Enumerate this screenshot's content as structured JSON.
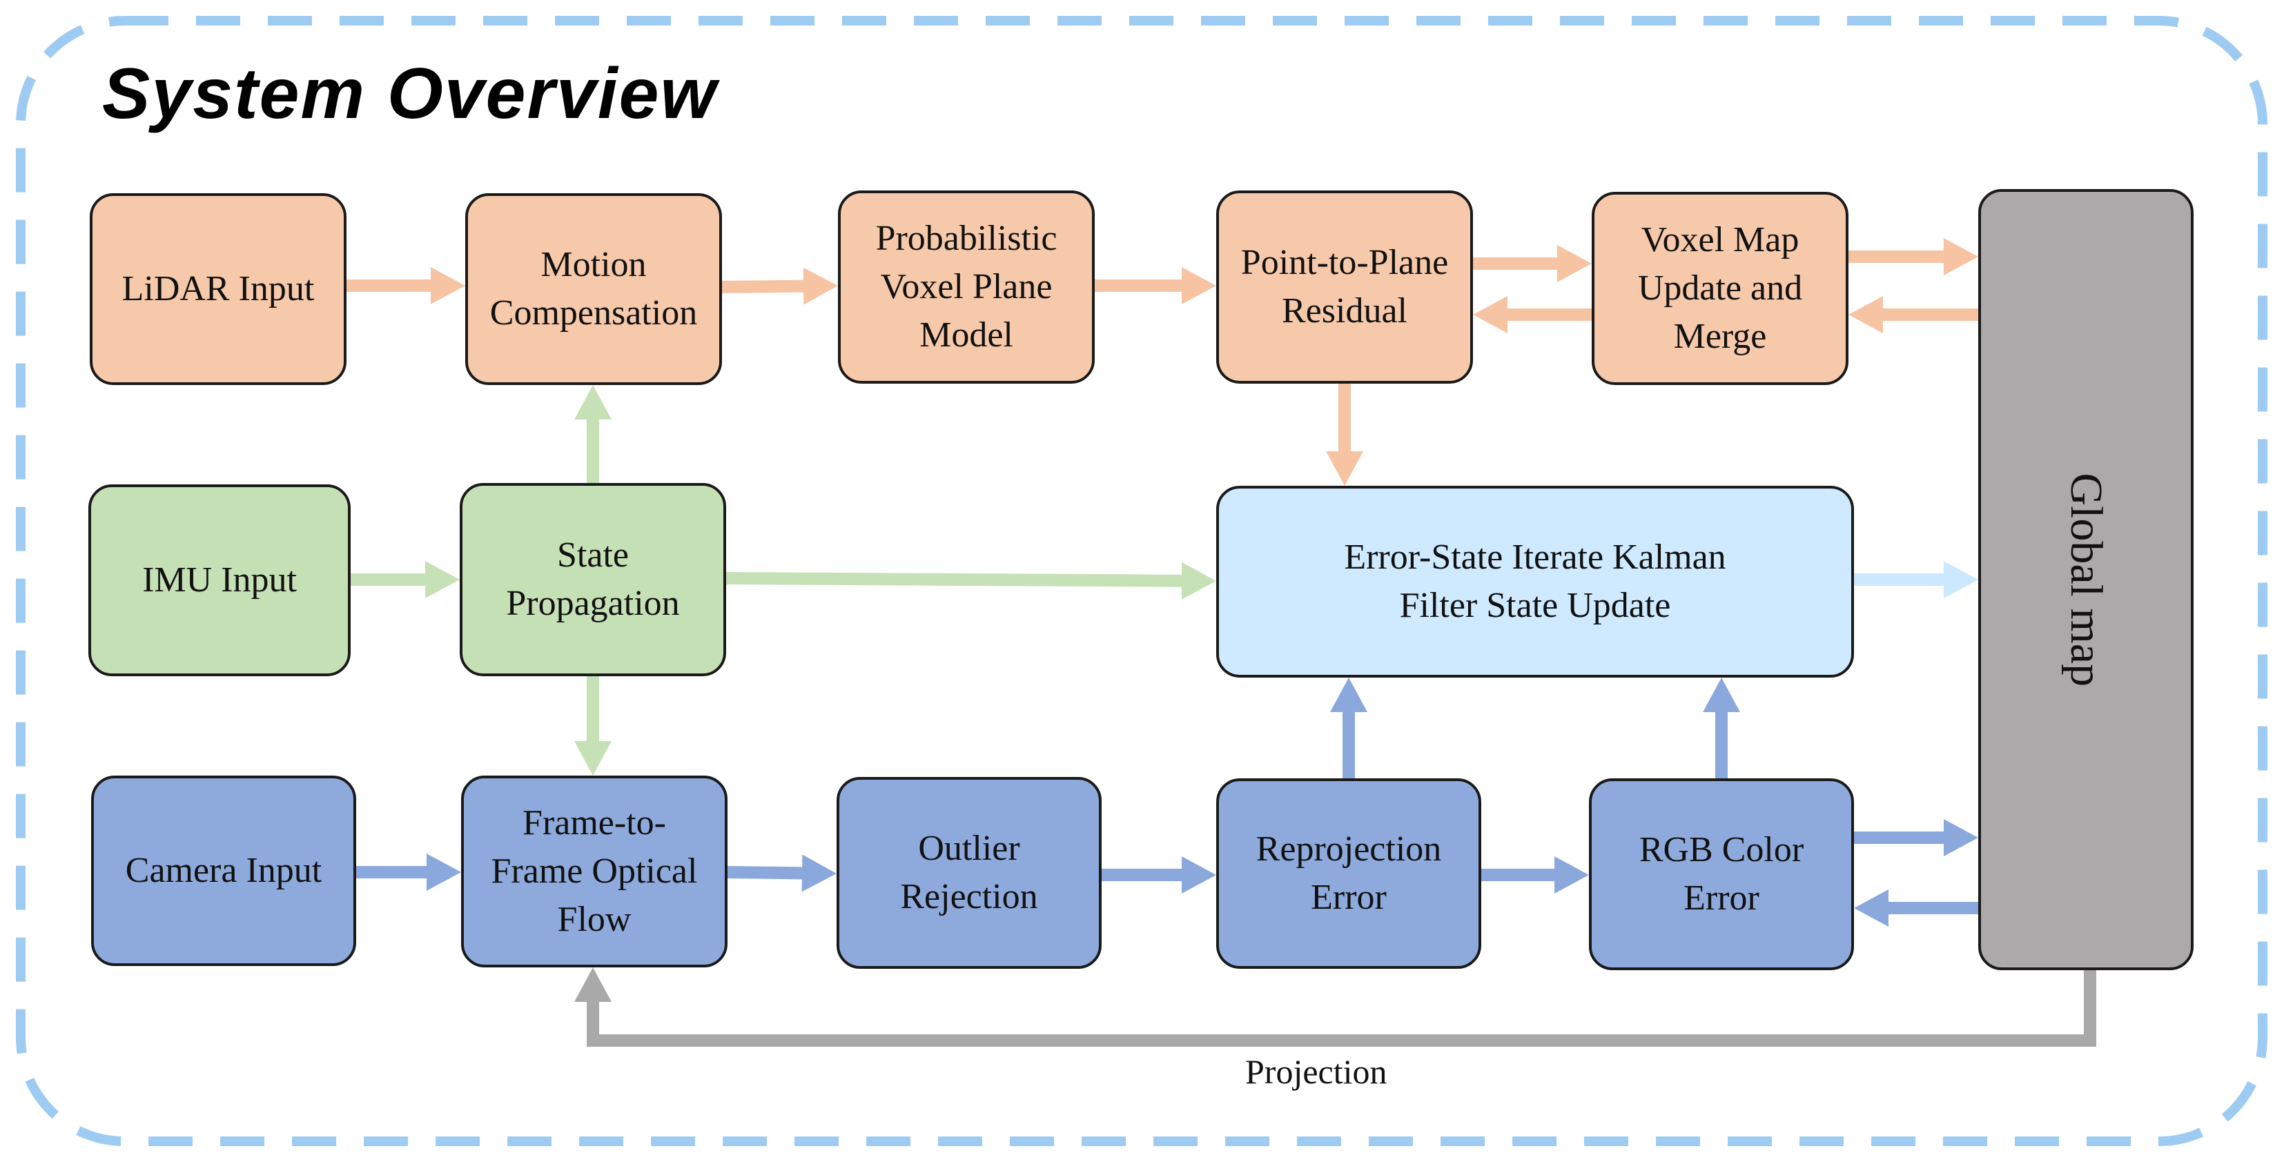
{
  "title": "System Overview",
  "colors": {
    "frame_border": "#9ecbf2",
    "lidar_fill": "#f7c9ab",
    "lidar_arrow": "#f6c4a3",
    "imu_fill": "#c6e0b6",
    "imu_arrow": "#c7e1b7",
    "camera_fill": "#8eaadc",
    "camera_arrow": "#8ba8dc",
    "ekf_fill": "#cfeaff",
    "ekf_arrow": "#cce8ff",
    "global_map_fill": "#aba9a9",
    "projection_arrow": "#a9a9a9"
  },
  "nodes": {
    "lidar_input": "LiDAR Input",
    "motion_compensation": "Motion\nCompensation",
    "voxel_plane_model": "Probabilistic\nVoxel Plane\nModel",
    "point_to_plane": "Point-to-Plane\nResidual",
    "voxel_map_update": "Voxel Map\nUpdate and\nMerge",
    "imu_input": "IMU Input",
    "state_propagation": "State\nPropagation",
    "ekf_update": "Error-State Iterate Kalman\nFilter State Update",
    "camera_input": "Camera Input",
    "optical_flow": "Frame-to-\nFrame Optical\nFlow",
    "outlier_rejection": "Outlier\nRejection",
    "reprojection_error": "Reprojection\nError",
    "rgb_color_error": "RGB Color\nError",
    "global_map": "Global map"
  },
  "edges": [
    {
      "from": "lidar_input",
      "to": "motion_compensation",
      "group": "lidar"
    },
    {
      "from": "motion_compensation",
      "to": "voxel_plane_model",
      "group": "lidar"
    },
    {
      "from": "voxel_plane_model",
      "to": "point_to_plane",
      "group": "lidar"
    },
    {
      "from": "point_to_plane",
      "to": "voxel_map_update",
      "group": "lidar"
    },
    {
      "from": "voxel_map_update",
      "to": "point_to_plane",
      "group": "lidar"
    },
    {
      "from": "voxel_map_update",
      "to": "global_map",
      "group": "lidar"
    },
    {
      "from": "global_map",
      "to": "voxel_map_update",
      "group": "lidar"
    },
    {
      "from": "point_to_plane",
      "to": "ekf_update",
      "group": "lidar"
    },
    {
      "from": "imu_input",
      "to": "state_propagation",
      "group": "imu"
    },
    {
      "from": "state_propagation",
      "to": "motion_compensation",
      "group": "imu"
    },
    {
      "from": "state_propagation",
      "to": "ekf_update",
      "group": "imu"
    },
    {
      "from": "state_propagation",
      "to": "optical_flow",
      "group": "imu"
    },
    {
      "from": "ekf_update",
      "to": "global_map",
      "group": "ekf"
    },
    {
      "from": "camera_input",
      "to": "optical_flow",
      "group": "camera"
    },
    {
      "from": "optical_flow",
      "to": "outlier_rejection",
      "group": "camera"
    },
    {
      "from": "outlier_rejection",
      "to": "reprojection_error",
      "group": "camera"
    },
    {
      "from": "reprojection_error",
      "to": "rgb_color_error",
      "group": "camera"
    },
    {
      "from": "reprojection_error",
      "to": "ekf_update",
      "group": "camera"
    },
    {
      "from": "rgb_color_error",
      "to": "ekf_update",
      "group": "camera"
    },
    {
      "from": "rgb_color_error",
      "to": "global_map",
      "group": "camera"
    },
    {
      "from": "global_map",
      "to": "rgb_color_error",
      "group": "camera"
    },
    {
      "from": "global_map",
      "to": "optical_flow",
      "group": "projection",
      "label": "Projection"
    }
  ]
}
